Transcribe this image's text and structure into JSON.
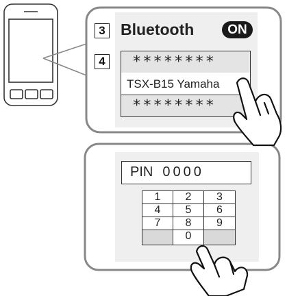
{
  "steps": {
    "step3": "3",
    "step4": "4"
  },
  "bluetooth_screen": {
    "title": "Bluetooth",
    "toggle_state": "ON",
    "devices": [
      {
        "label": "********"
      },
      {
        "label": "TSX-B15 Yamaha"
      },
      {
        "label": "********"
      }
    ]
  },
  "pin_screen": {
    "label": "PIN",
    "value": "0000",
    "keys": [
      "1",
      "2",
      "3",
      "4",
      "5",
      "6",
      "7",
      "8",
      "9",
      "",
      "0",
      ""
    ]
  }
}
